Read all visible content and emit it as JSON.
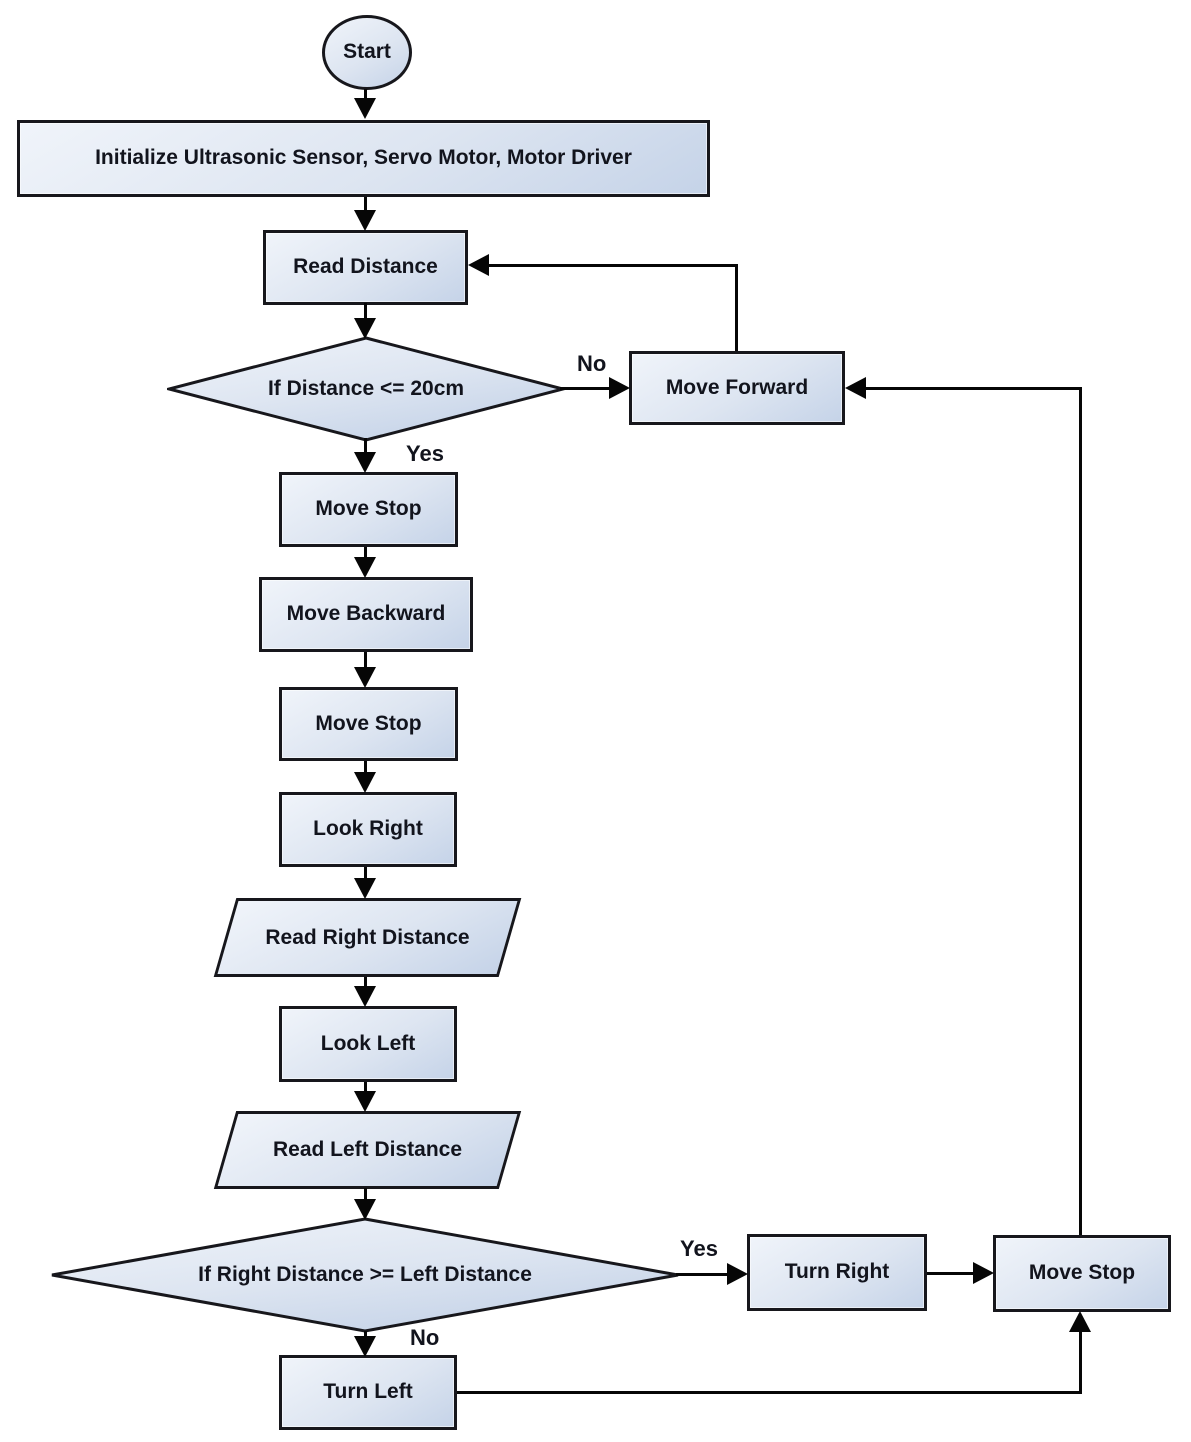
{
  "colors": {
    "bg": "#ffffff",
    "fill-a": "#f0f4fa",
    "fill-b": "#dde5f1",
    "fill-c": "#c5d3e8",
    "border": "#17171c",
    "line": "#060606",
    "text": "#12141d"
  },
  "nodes": {
    "start": {
      "type": "terminator",
      "label": "Start"
    },
    "init": {
      "type": "process",
      "label": "Initialize Ultrasonic Sensor, Servo Motor, Motor Driver"
    },
    "read_distance": {
      "type": "process",
      "label": "Read Distance"
    },
    "distance_check": {
      "type": "decision",
      "label": "If Distance <= 20cm"
    },
    "move_forward": {
      "type": "process",
      "label": "Move Forward"
    },
    "move_stop_1": {
      "type": "process",
      "label": "Move Stop"
    },
    "move_backward": {
      "type": "process",
      "label": "Move Backward"
    },
    "move_stop_2": {
      "type": "process",
      "label": "Move Stop"
    },
    "look_right": {
      "type": "process",
      "label": "Look Right"
    },
    "read_right_distance": {
      "type": "io",
      "label": "Read Right Distance"
    },
    "look_left": {
      "type": "process",
      "label": "Look Left"
    },
    "read_left_distance": {
      "type": "io",
      "label": "Read Left Distance"
    },
    "compare_check": {
      "type": "decision",
      "label": "If Right Distance >= Left Distance"
    },
    "turn_right": {
      "type": "process",
      "label": "Turn Right"
    },
    "move_stop_3": {
      "type": "process",
      "label": "Move Stop"
    },
    "turn_left": {
      "type": "process",
      "label": "Turn Left"
    }
  },
  "edge_labels": {
    "distance_no": "No",
    "distance_yes": "Yes",
    "compare_yes": "Yes",
    "compare_no": "No"
  }
}
